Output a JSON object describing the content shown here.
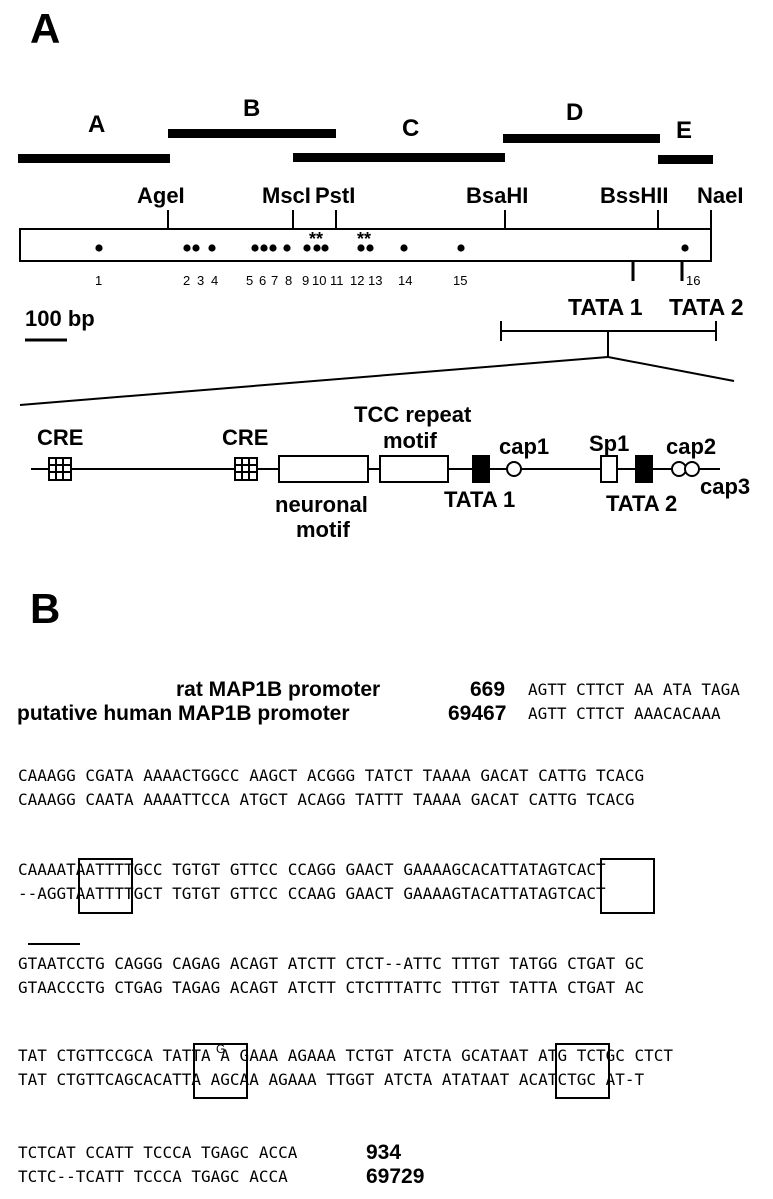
{
  "panel_a": {
    "label": "A",
    "fragments": [
      "A",
      "B",
      "C",
      "D",
      "E"
    ],
    "restriction_sites": [
      "AgeI",
      "MscI",
      "PstI",
      "BsaHI",
      "BssHII",
      "NaeI"
    ],
    "dot_numbers": [
      "1",
      "2",
      "3",
      "4",
      "5",
      "6",
      "7",
      "8",
      "9",
      "10",
      "11",
      "12",
      "13",
      "14",
      "15",
      "16"
    ],
    "asterisks": "**",
    "scale_label": "100 bp",
    "tata1": "TATA 1",
    "tata2": "TATA 2",
    "elements": {
      "cre1": "CRE",
      "cre2": "CRE",
      "tcc_line1": "TCC repeat",
      "tcc_line2": "motif",
      "neuronal_line1": "neuronal",
      "neuronal_line2": "motif",
      "tata1": "TATA 1",
      "cap1": "cap1",
      "sp1": "Sp1",
      "tata2": "TATA 2",
      "cap2": "cap2",
      "cap3": "cap3"
    }
  },
  "panel_b": {
    "label": "B",
    "rat_title": "rat MAP1B promoter",
    "human_title": "putative human MAP1B promoter",
    "rat_start": "669",
    "human_start": "69467",
    "rat_end": "934",
    "human_end": "69729",
    "blocks": [
      {
        "rat": "AGTT CTTCT AA ATA TAGA",
        "human": "AGTT CTTCT AAACACAAA"
      },
      {
        "rat": "CAAAGG CGATA AAAACTGGCC AAGCT ACGGG TATCT TAAAA GACAT CATTG TCACG",
        "human": "CAAAGG CAATA AAAATTCCA ATGCT ACAGG TATTT TAAAA GACAT CATTG TCACG"
      },
      {
        "rat": "CAAAATAATTTTGCC TGTGT GTTCC CCAGG GAACT GAAAAGCACATTATAGTCACT",
        "human": "--AGGTAATTTTGCT TGTGT GTTCC CCAAG GAACT GAAAAGTACATTATAGTCACT"
      },
      {
        "rat": "GTAATCCTG CAGGG CAGAG ACAGT ATCTT CTCT--ATTC TTTGT TATGG CTGAT GC",
        "human": "GTAACCCTG CTGAG TAGAG ACAGT ATCTT CTCTTTATTC TTTGT TATTA CTGAT AC"
      },
      {
        "rat": "TAT CTGTTCCGCA TATTA A GAAA AGAAA TCTGT ATCTA GCATAAT ATG TCTGC CTCT",
        "human": "TAT CTGTTCAGCACATTA AGCAA AGAAA TTGGT ATCTA ATATAAT ACATCTGC AT-T"
      },
      {
        "rat": "TCTCAT CCATT TCCCA TGAGC ACCA",
        "human": "TCTC--TCATT TCCCA TGAGC ACCA"
      }
    ],
    "superscript_g": "G"
  }
}
